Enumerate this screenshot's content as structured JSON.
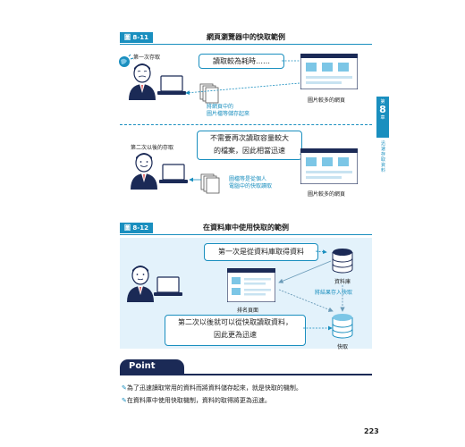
{
  "figure_11": {
    "tag": "圖 8-11",
    "title": "網頁瀏覽器中的快取範例",
    "first_access_label": "第一次存取",
    "bubble_1": "讀取較為耗時……",
    "save_note": "將網頁中的\n圖片檔等儲存起來",
    "site_label_1": "圖片較多的網頁",
    "second_access_label": "第二次以後的存取",
    "bubble_2": "不需要再次讀取容量較大\n的檔案，因此相當迅速",
    "read_note": "圖檔等是從個人\n電腦中的快取讀取",
    "site_label_2": "圖片較多的網頁"
  },
  "chapter_tab": {
    "number": "8",
    "side_text": "迅速存取資料"
  },
  "figure_12": {
    "tag": "圖 8-12",
    "title": "在資料庫中使用快取的範例",
    "bubble_1": "第一次是從資料庫取得資料",
    "database_label": "資料庫",
    "store_note": "將結果存入快取",
    "page_label": "排名頁面",
    "bubble_2": "第二次以後就可以從快取讀取資料，\n因此更為迅速",
    "cache_label": "快取"
  },
  "point": {
    "heading": "Point",
    "items": [
      "為了迅速讀取常用的資料而將資料儲存起來，就是快取的機制。",
      "在資料庫中使用快取機制，資料的取得將更為迅速。"
    ]
  },
  "page_number": "223",
  "colors": {
    "accent": "#1a8fbf",
    "light_bg": "#e3f2fb",
    "navy": "#1b2a56"
  }
}
